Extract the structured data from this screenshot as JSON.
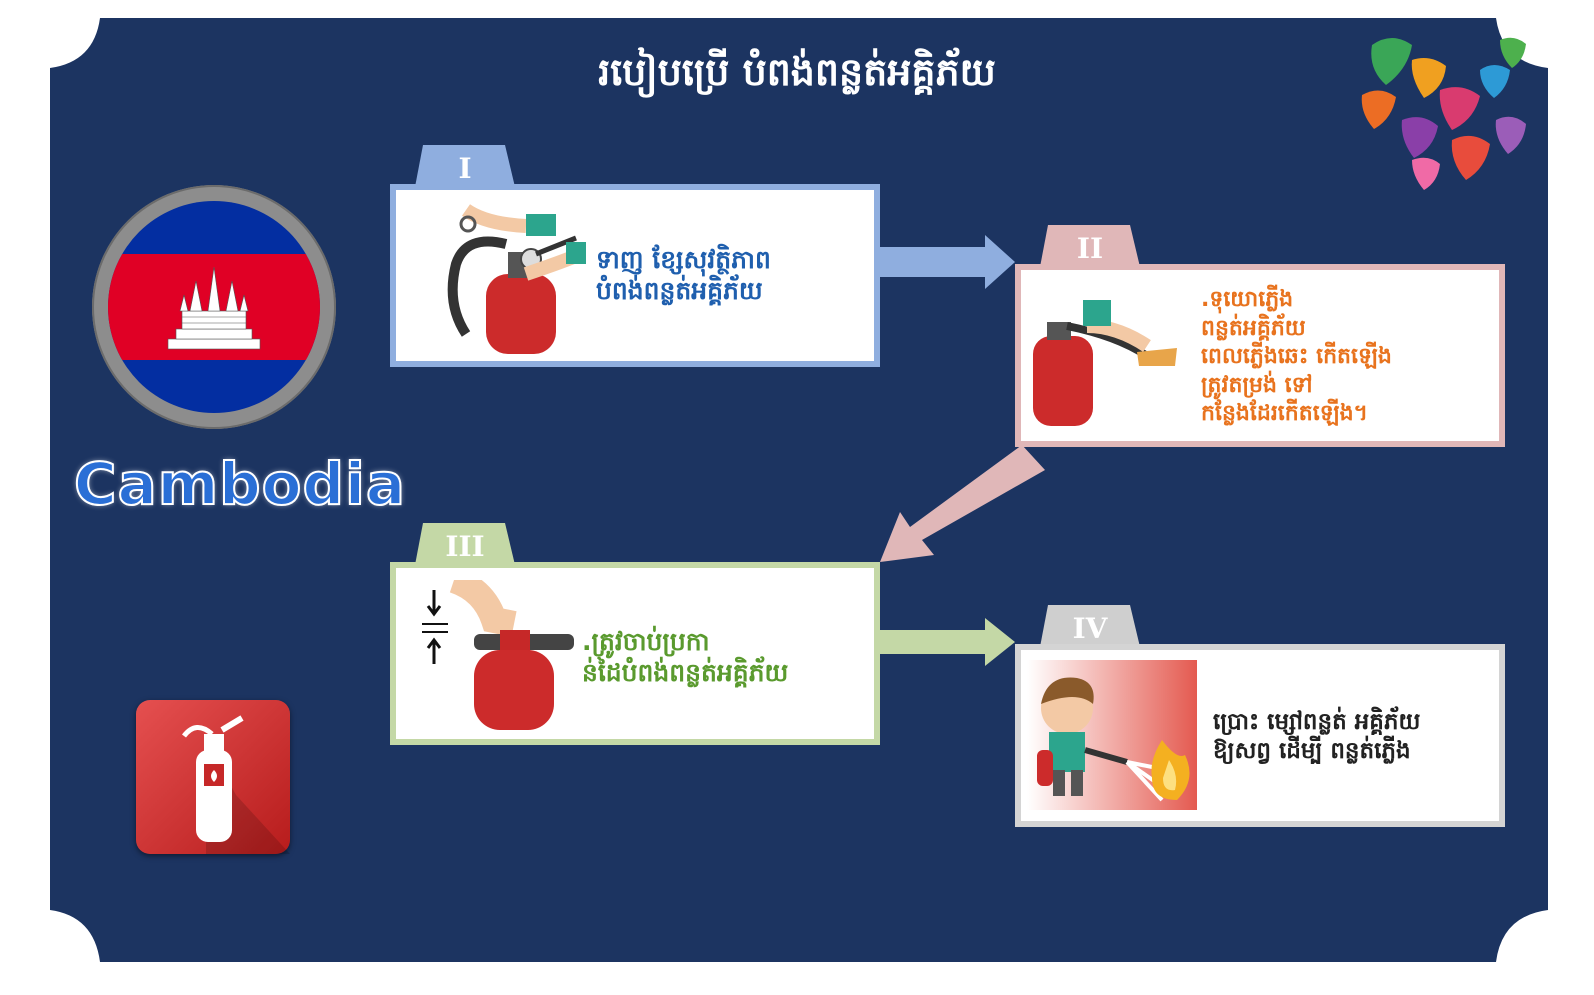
{
  "title": "របៀបប្រើ បំពង់ពន្លត់អគ្គិភ័យ",
  "country": "Cambodia",
  "colors": {
    "background": "#1c3461",
    "step1": "#8faedf",
    "step2": "#e0b7b8",
    "step3": "#c4d8a6",
    "step4": "#cfcfcf",
    "step1_text": "#1f5fae",
    "step2_text": "#e8731e",
    "step3_text": "#5a9a2e",
    "step4_text": "#222222"
  },
  "steps": [
    {
      "numeral": "I",
      "text_lines": [
        "ទាញ ខ្សែសុវត្ថិភាព",
        "បំពង់ពន្លត់អគ្គិភ័យ"
      ],
      "icon": "hand-pulling-pin-icon"
    },
    {
      "numeral": "II",
      "text_lines": [
        ".ទុយោភ្លើង",
        "ពន្លត់អគ្គិភ័យ",
        "ពេលភ្លើងឆេះ កើតឡើង",
        "ត្រូវតម្រង់ ទៅ",
        "កន្លែងដែរកើតឡើង។"
      ],
      "icon": "hand-aiming-hose-icon"
    },
    {
      "numeral": "III",
      "text_lines": [
        ".ត្រូវចាប់ប្រកា",
        "ន់ដៃបំពង់ពន្លត់អគ្គិភ័យ"
      ],
      "icon": "hand-squeezing-handle-icon"
    },
    {
      "numeral": "IV",
      "text_lines": [
        "ប្រោះ ម្សៅពន្លត់ អគ្គិភ័យ",
        "ឱ្យសព្វ ដើម្បី ពន្លត់ភ្លើង"
      ],
      "icon": "boy-spraying-fire-icon"
    }
  ]
}
